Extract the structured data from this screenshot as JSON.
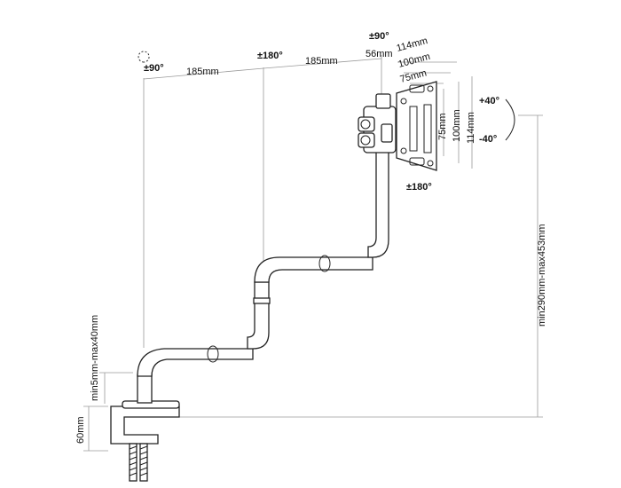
{
  "labels": {
    "rot_left": "±90°",
    "rot_mid": "±180°",
    "rot_top": "±90°",
    "rot_bottom": "±180°",
    "arm1": "185mm",
    "arm2": "185mm",
    "offset": "56mm",
    "vesa_h_114": "114mm",
    "vesa_h_100": "100mm",
    "vesa_h_75": "75mm",
    "vesa_v_75": "75mm",
    "vesa_v_100": "100mm",
    "vesa_v_114": "114mm",
    "tilt_up": "+40°",
    "tilt_down": "-40°",
    "height": "min290mm-max453mm",
    "desk_thickness": "min5mm-max40mm",
    "clamp": "60mm"
  },
  "colors": {
    "line": "#222222",
    "dim": "#9a9a9a",
    "text": "#111111"
  }
}
